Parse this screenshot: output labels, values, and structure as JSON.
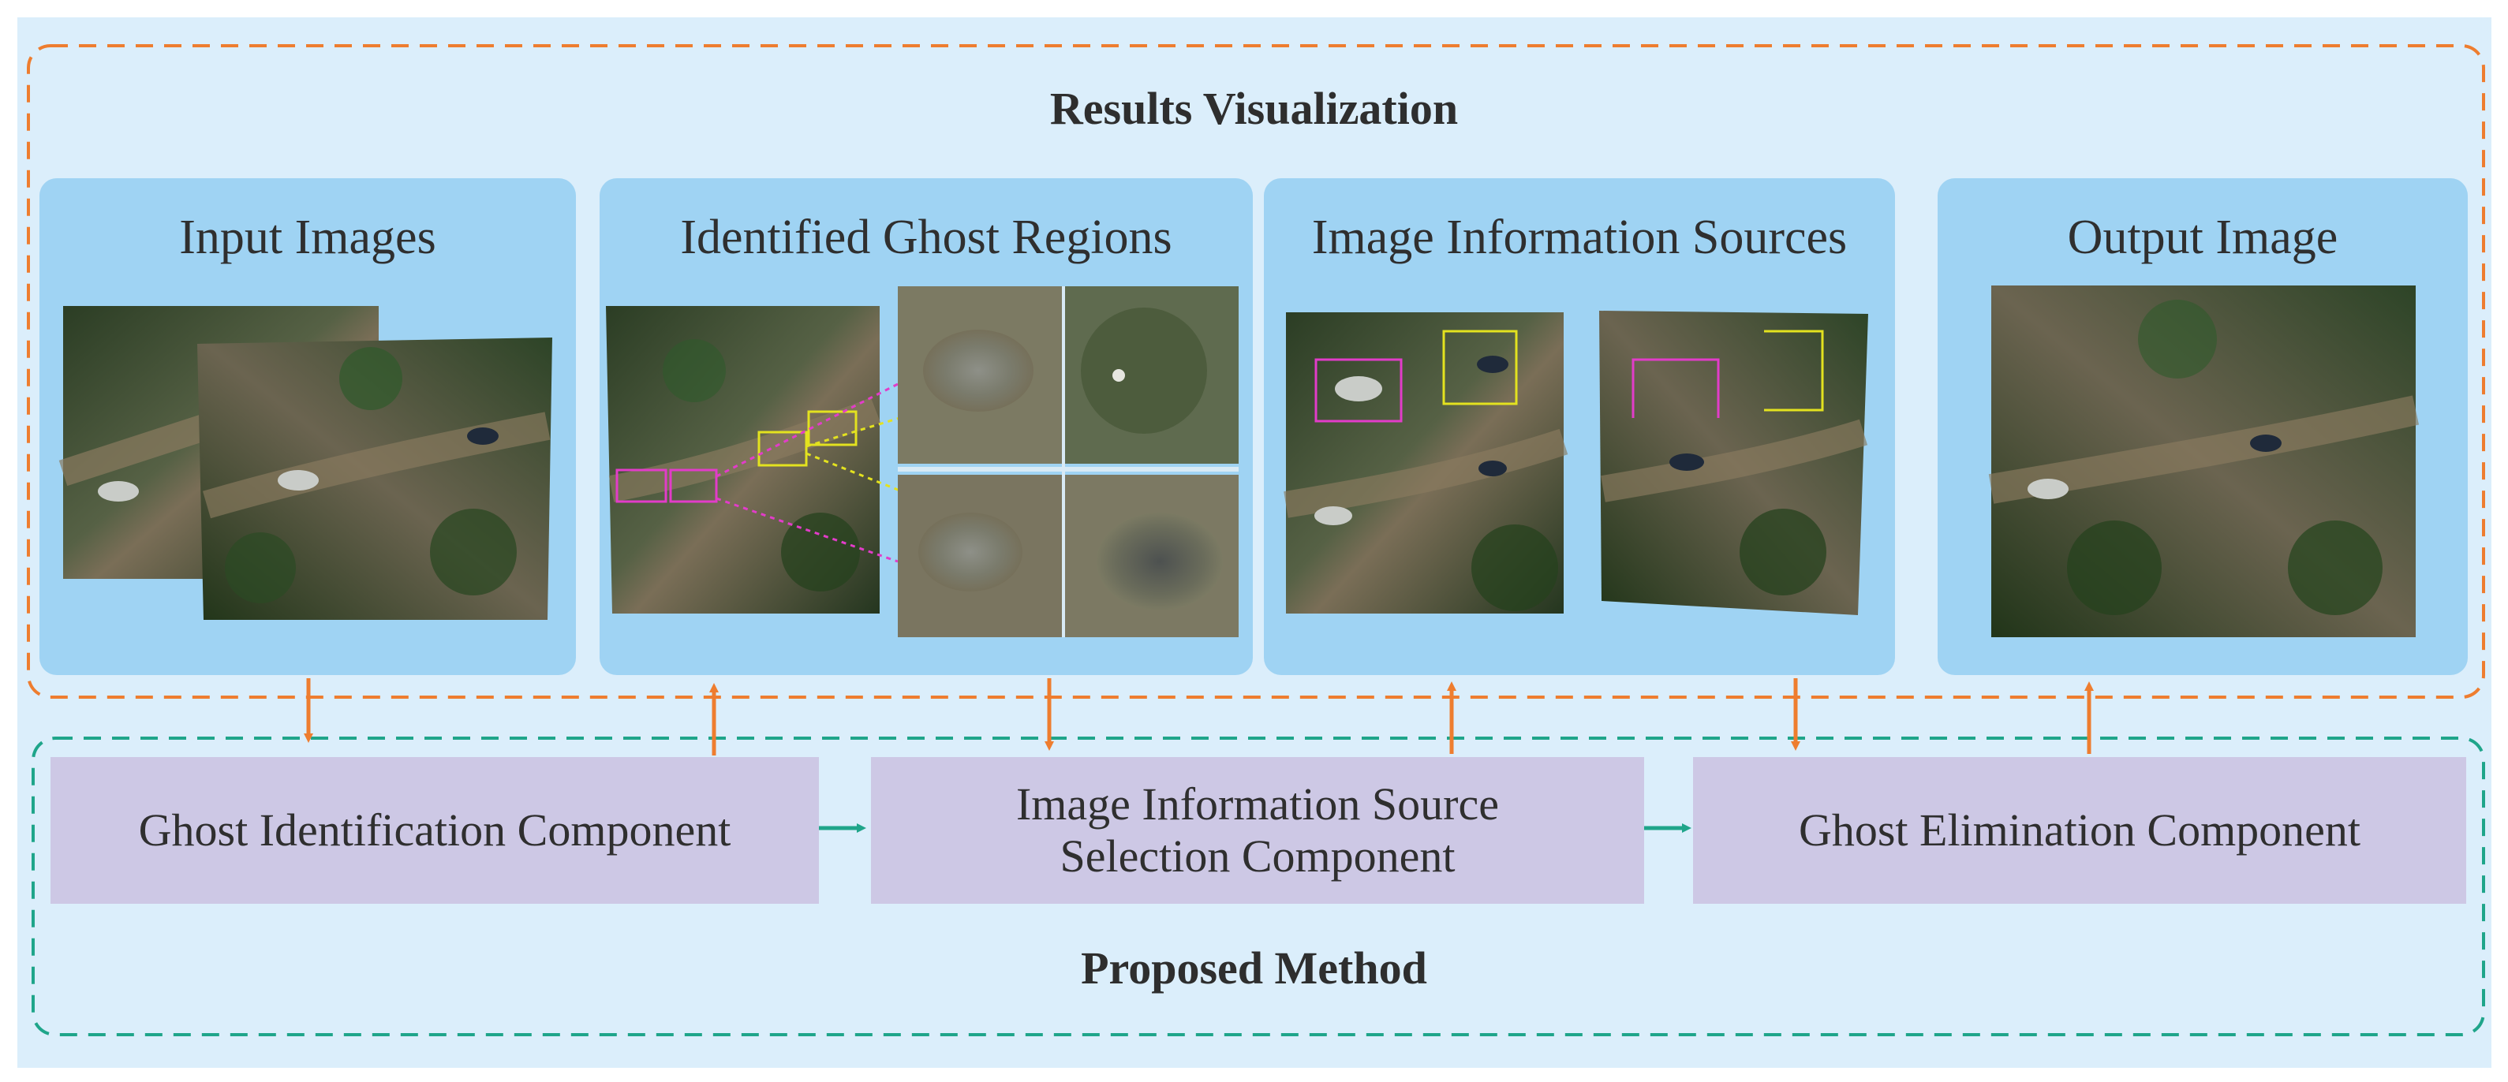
{
  "results": {
    "heading": "Results Visualization"
  },
  "method": {
    "heading": "Proposed Method"
  },
  "panels": [
    {
      "title": "Input Images"
    },
    {
      "title": "Identified Ghost Regions"
    },
    {
      "title": "Image Information Sources"
    },
    {
      "title": "Output Image"
    }
  ],
  "components": [
    {
      "line1": "Ghost Identification Component",
      "line2": ""
    },
    {
      "line1": "Image Information Source",
      "line2": "Selection Component"
    },
    {
      "line1": "Ghost Elimination Component",
      "line2": ""
    }
  ],
  "colors": {
    "outer_bg": "#dbeefb",
    "panel": "#9fd3f3",
    "component": "#cdc8e5",
    "results_frame": "#ee7d2f",
    "method_frame": "#1fa58a",
    "arrow_orange": "#ee7d2f",
    "arrow_green": "#1fa58a",
    "magenta_box": "#e23cc9",
    "yellow_box": "#e3e21f"
  }
}
